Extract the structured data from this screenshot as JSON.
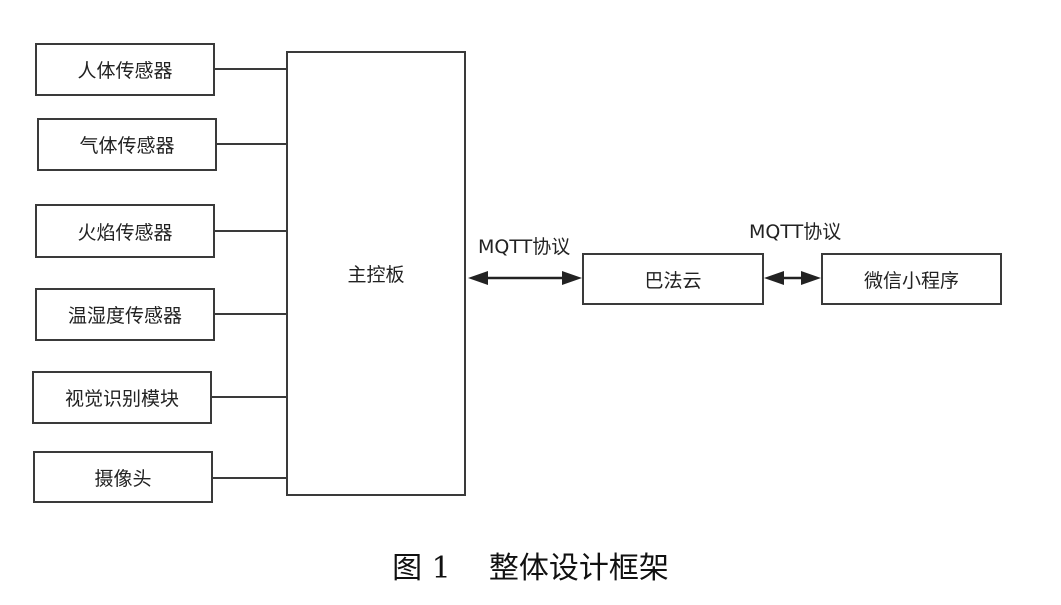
{
  "diagram": {
    "inputs": [
      {
        "id": "human-sensor",
        "label": "人体传感器"
      },
      {
        "id": "gas-sensor",
        "label": "气体传感器"
      },
      {
        "id": "flame-sensor",
        "label": "火焰传感器"
      },
      {
        "id": "temp-humidity-sensor",
        "label": "温湿度传感器"
      },
      {
        "id": "vision-module",
        "label": "视觉识别模块"
      },
      {
        "id": "camera",
        "label": "摄像头"
      }
    ],
    "main_board": {
      "label": "主控板"
    },
    "cloud": {
      "label": "巴法云"
    },
    "mini_program": {
      "label": "微信小程序"
    },
    "edges": [
      {
        "from": "main_board",
        "to": "cloud",
        "label": "MQTT协议",
        "bidirectional": true
      },
      {
        "from": "cloud",
        "to": "mini_program",
        "label": "MQTT协议",
        "bidirectional": true
      }
    ]
  },
  "caption": {
    "figure_number": "图 1",
    "title": "整体设计框架"
  }
}
